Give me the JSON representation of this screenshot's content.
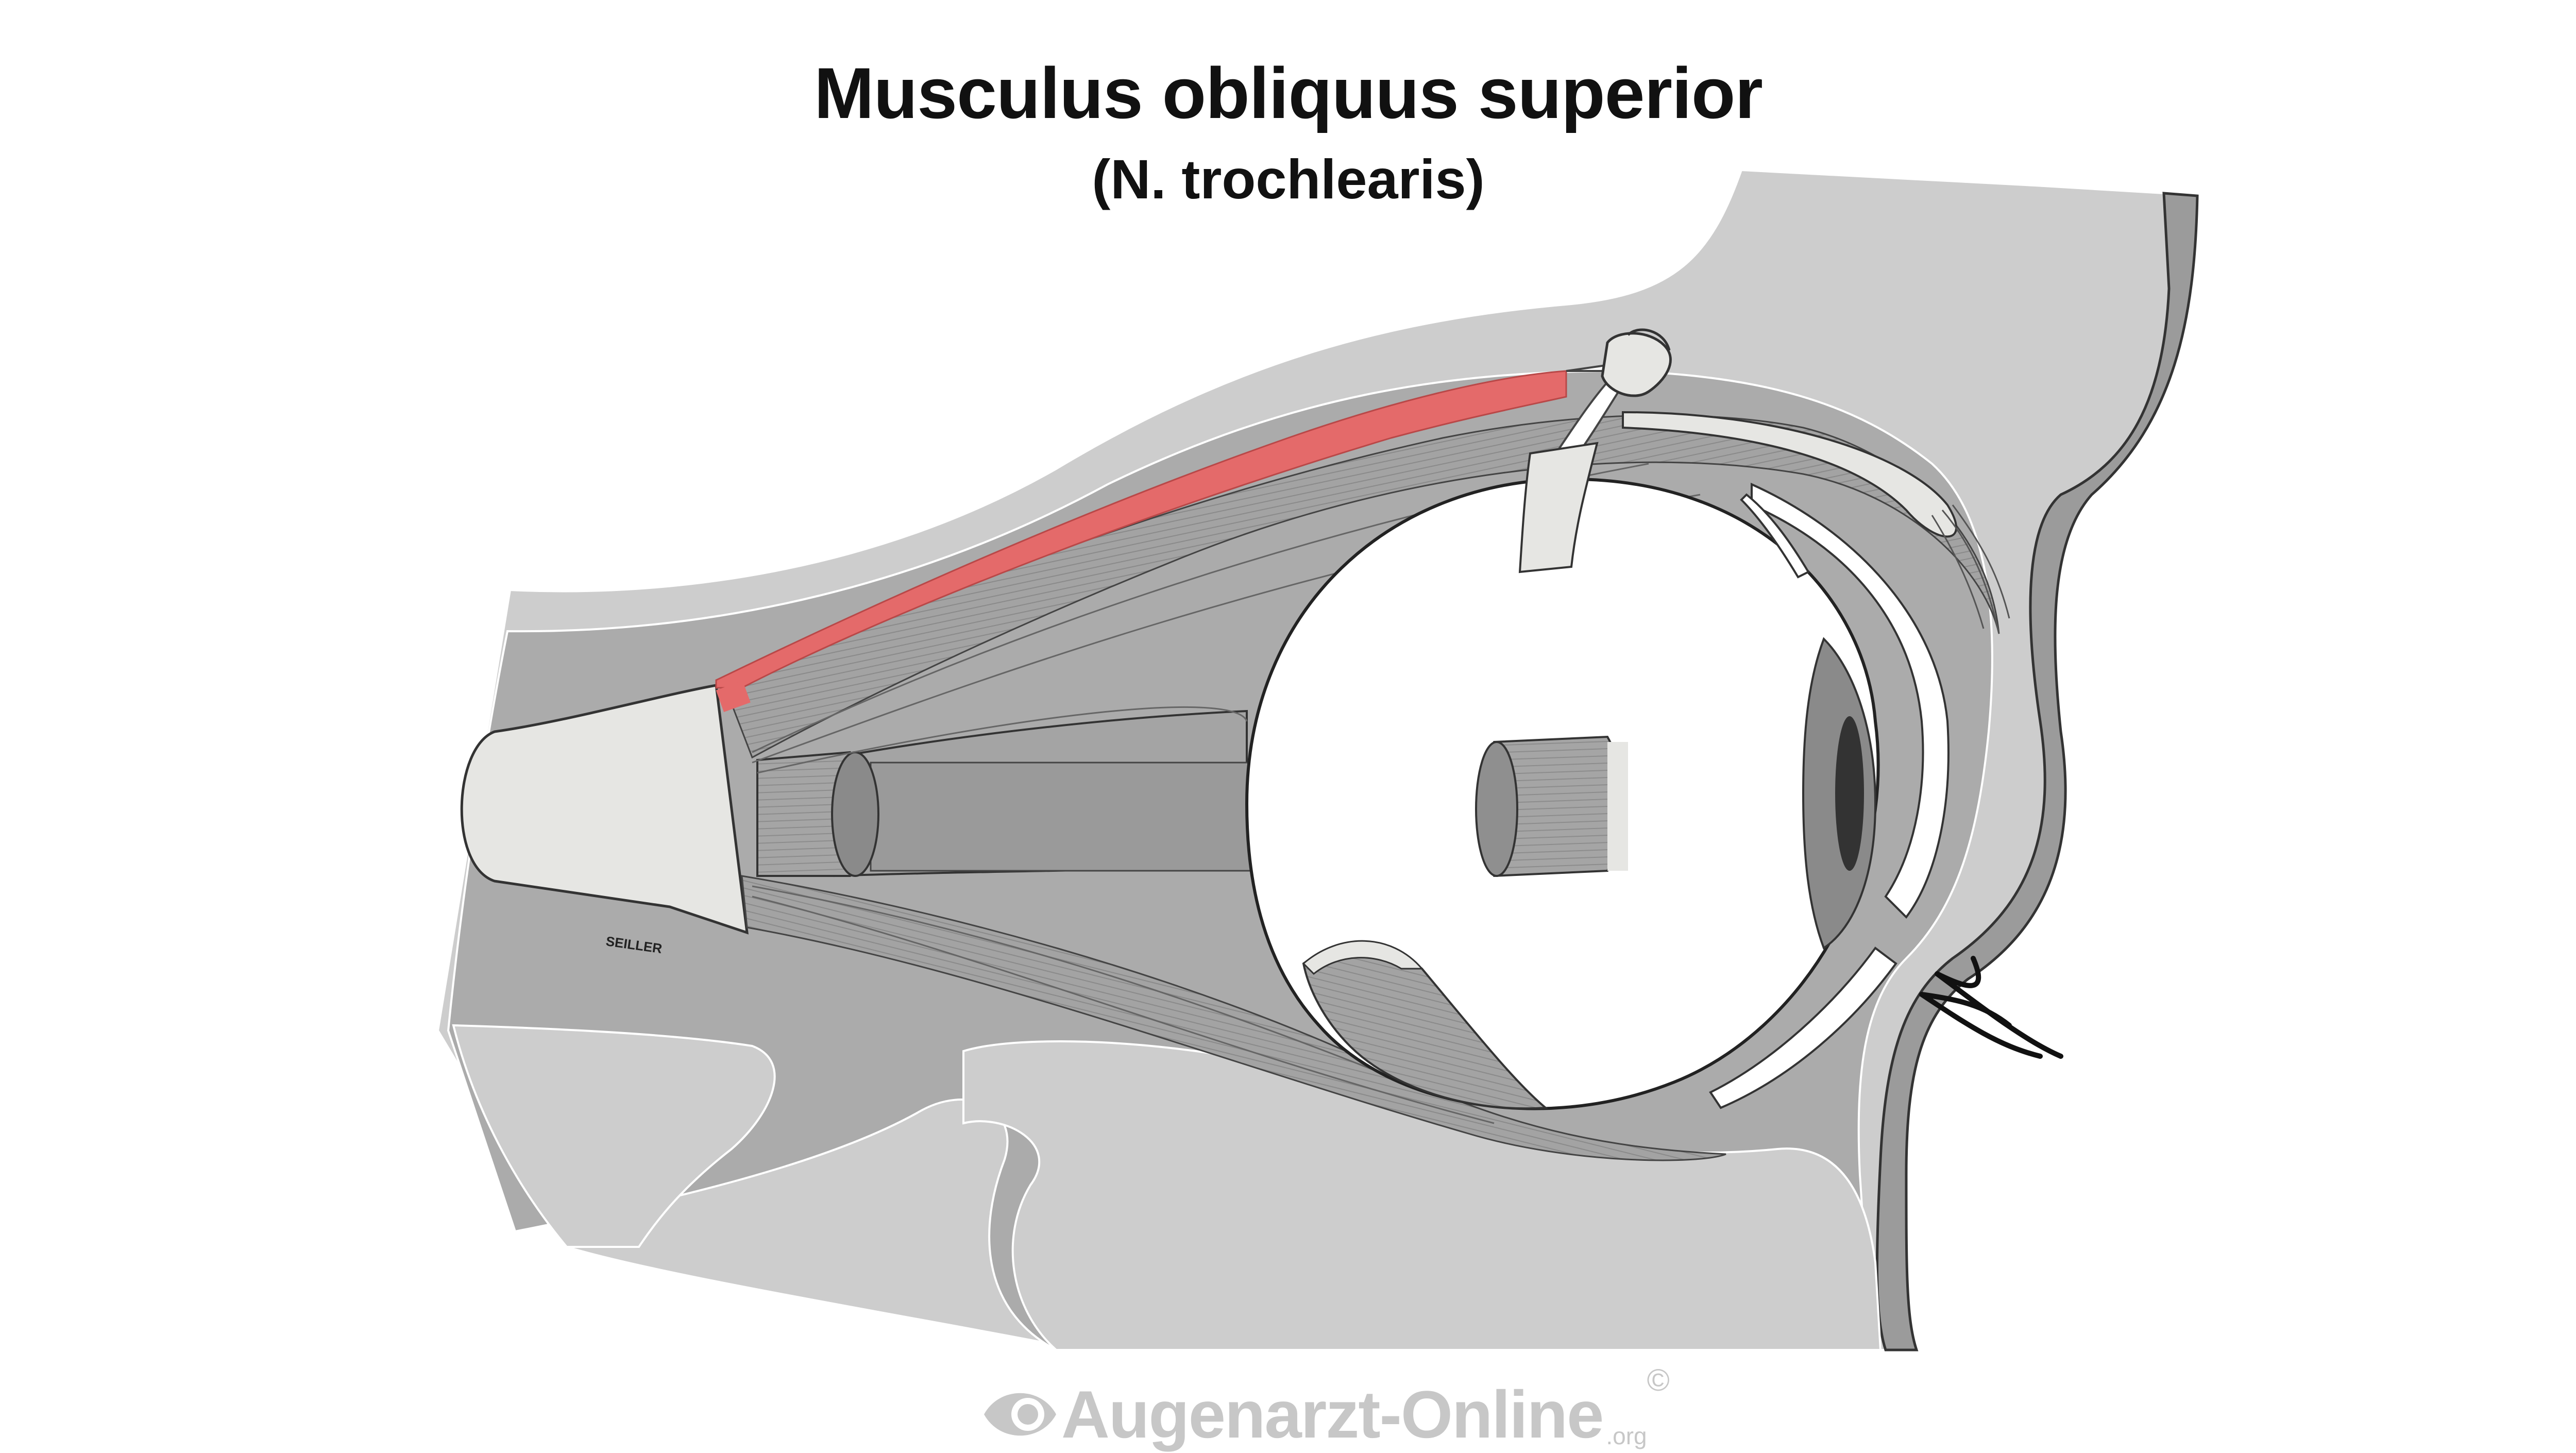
{
  "title": "Musculus obliquus superior",
  "subtitle": "(N. trochlearis)",
  "artist_signature": "SEILLER",
  "watermark": {
    "brand_main": "Augenarzt-Online",
    "brand_suffix": ".org",
    "copyright_mark": "©"
  },
  "colors": {
    "background": "#ffffff",
    "bone_light": "#cdcdcd",
    "orbit_fat": "#a9a9a9",
    "muscle": "#9c9c9c",
    "eyeball": "#ffffff",
    "tendon": "#e5e5e3",
    "highlight_muscle": "#e46a6a",
    "outline": "#222222"
  },
  "highlighted_structure": "musculus-obliquus-superior"
}
